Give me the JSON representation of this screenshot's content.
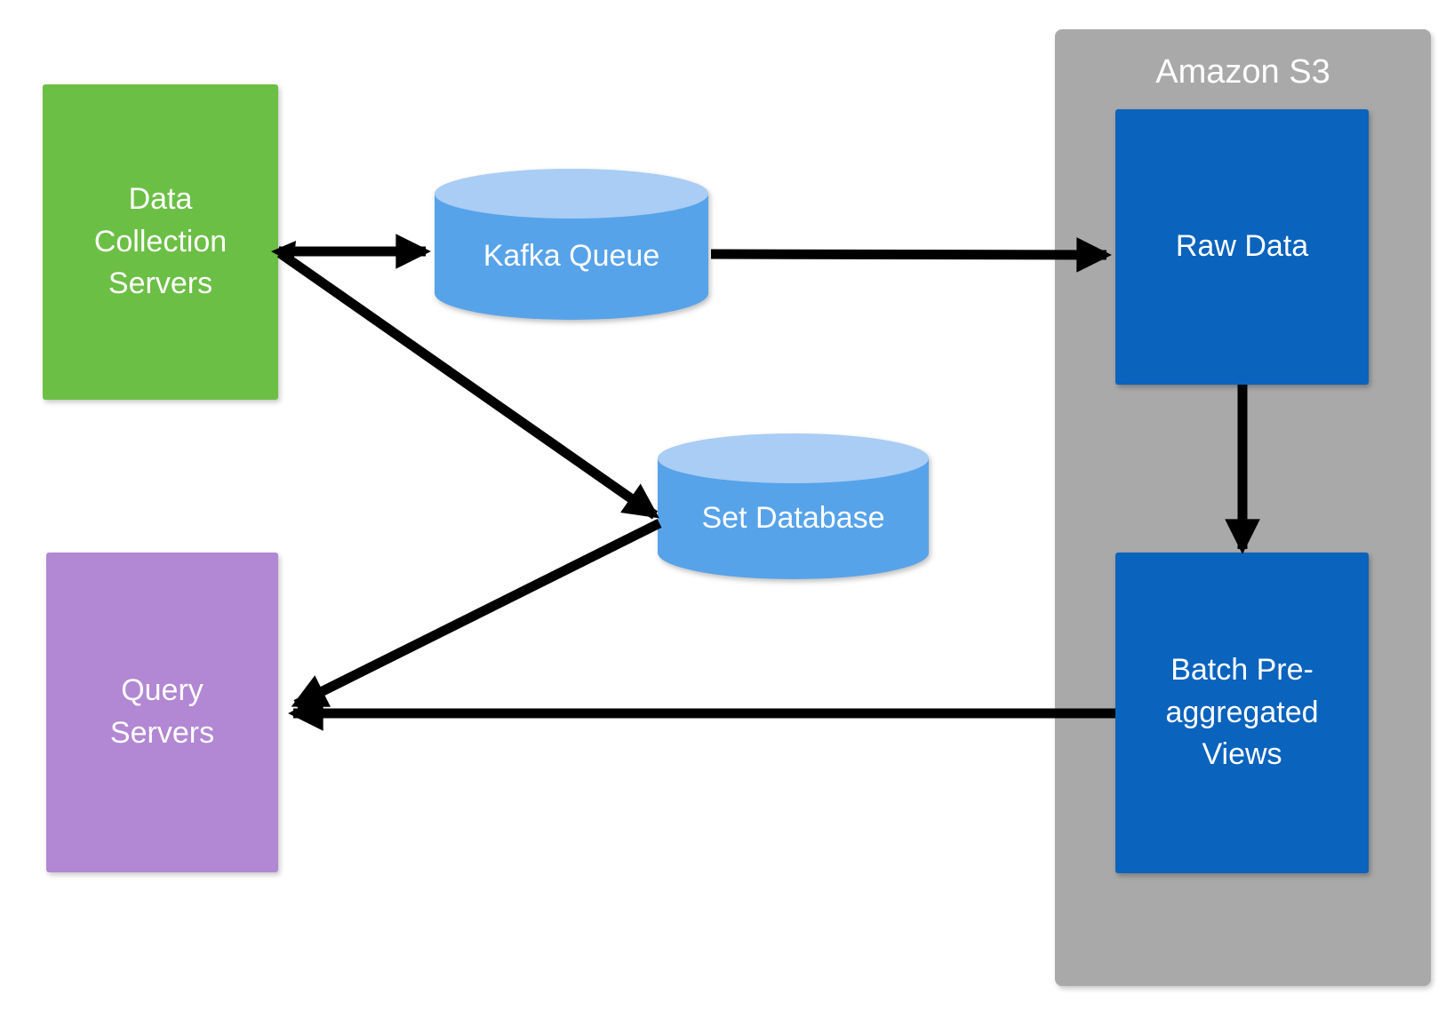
{
  "diagram": {
    "background_color": "#ffffff",
    "edge_color": "#000000",
    "text_color": "#ffffff",
    "nodes": {
      "data_collection_servers": {
        "label": "Data Collection Servers",
        "type": "box",
        "color": "#6cbf45"
      },
      "kafka_queue": {
        "label": "Kafka Queue",
        "type": "cylinder",
        "color": "#57a3ea",
        "top_color": "#a9cdf4"
      },
      "set_database": {
        "label": "Set Database",
        "type": "cylinder",
        "color": "#57a3ea",
        "top_color": "#a9cdf4"
      },
      "query_servers": {
        "label": "Query Servers",
        "type": "box",
        "color": "#b287d3"
      },
      "amazon_s3": {
        "label": "Amazon S3",
        "type": "group",
        "color": "#a9a9a9"
      },
      "raw_data": {
        "label": "Raw Data",
        "type": "box",
        "color": "#0a63bd",
        "parent": "amazon_s3"
      },
      "batch_pre_aggregated_views": {
        "label": "Batch Pre-aggregated Views",
        "type": "box",
        "color": "#0a63bd",
        "parent": "amazon_s3"
      }
    },
    "edges": [
      {
        "from": "data_collection_servers",
        "to": "kafka_queue"
      },
      {
        "from": "kafka_queue",
        "to": "raw_data"
      },
      {
        "from": "data_collection_servers",
        "to": "set_database"
      },
      {
        "from": "set_database",
        "to": "query_servers"
      },
      {
        "from": "raw_data",
        "to": "batch_pre_aggregated_views"
      },
      {
        "from": "batch_pre_aggregated_views",
        "to": "query_servers"
      }
    ]
  }
}
